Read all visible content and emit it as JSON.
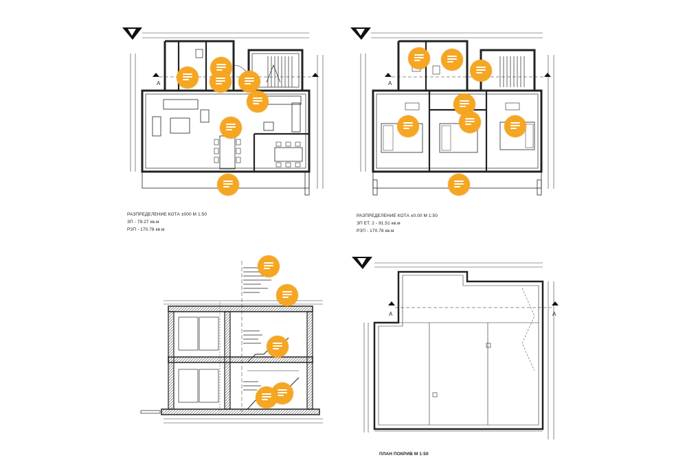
{
  "plans": {
    "ground": {
      "title": "РАЗПРЕДЕЛЕНИЕ  КОТА ±000  М 1:50",
      "line2": "ЗП - 79.27 кв.м",
      "line3": "РЗП - 170.78 кв.м"
    },
    "floor2": {
      "title": "РАЗПРЕДЕЛЕНИЕ  КОТА ±0.00  М 1:50",
      "line2": "ЗП ЕТ. 2 - 91.51 кв.м",
      "line3": "РЗП - 170.78 кв.м"
    },
    "roof": {
      "title": "ПЛАН ПОКРИВ  М 1:50"
    },
    "section_marker": "A",
    "north_arrow": "north-arrow-icon"
  },
  "markers": {
    "color": "#f5a623",
    "icon": "notes-icon",
    "count": 20
  }
}
